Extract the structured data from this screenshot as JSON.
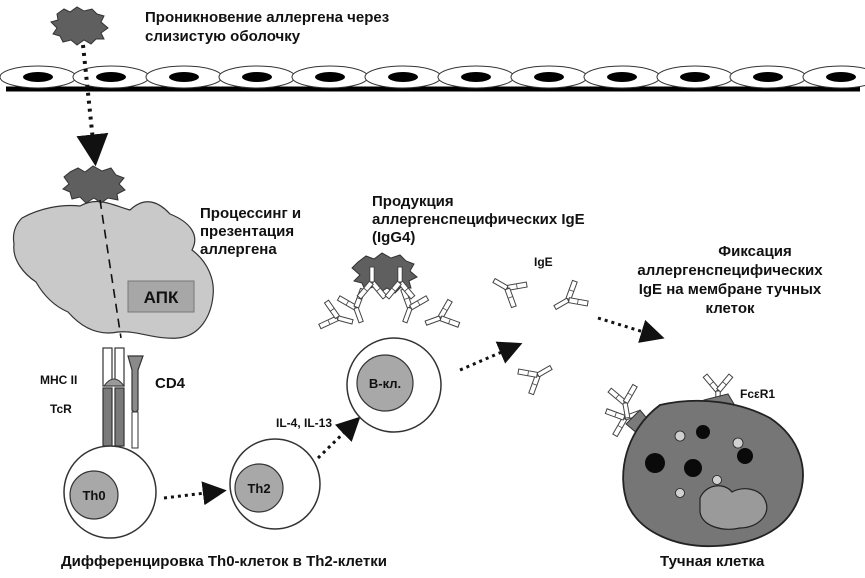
{
  "labels": {
    "penetration_line1": "Проникновение аллергена через",
    "penetration_line2": "слизистую оболочку",
    "processing_line1": "Процессинг и",
    "processing_line2": "презентация",
    "processing_line3": "аллергена",
    "apc": "АПК",
    "production_line1": "Продукция",
    "production_line2": "аллергенспецифических IgE",
    "production_line3": "(IgG4)",
    "fixation_line1": "Фиксация",
    "fixation_line2": "аллергенспецифических",
    "fixation_line3": "IgE на мембране тучных",
    "fixation_line4": "клеток",
    "mhc": "MHC II",
    "tcr": "TcR",
    "cd4": "CD4",
    "th0": "Th0",
    "th2": "Th2",
    "interleukins": "IL-4, IL-13",
    "bcell": "B-кл.",
    "ige": "IgE",
    "fceri": "FcεR1",
    "differentiation": "Дифференцировка Th0-клеток в Th2-клетки",
    "mast_cell": "Тучная клетка"
  },
  "colors": {
    "allergen": "#5f5f5f",
    "apc_fill": "#c9c9c9",
    "apc_box": "#a7a7a7",
    "receptor_dark": "#7a7a7a",
    "nucleus_fill": "#a8a8a8",
    "mast_fill": "#767676",
    "granule_dark": "#0a0a0a",
    "granule_light": "#d0d0d0"
  }
}
